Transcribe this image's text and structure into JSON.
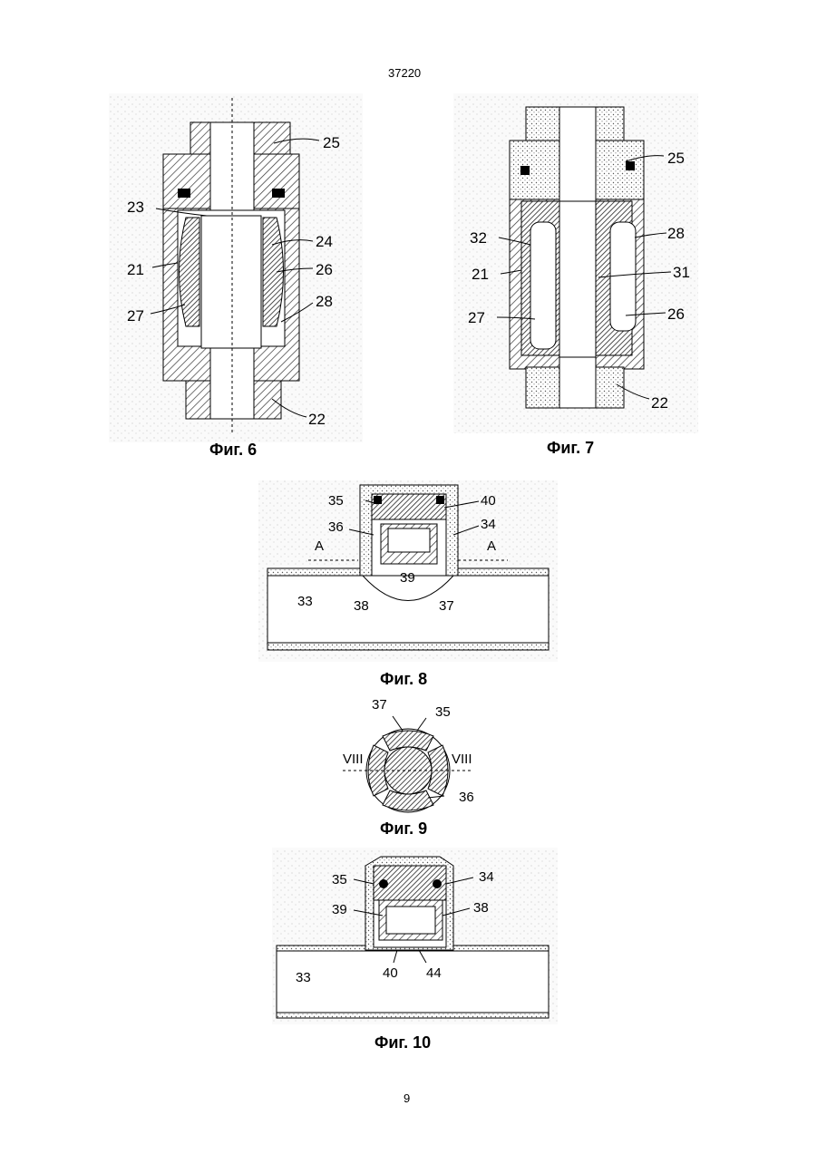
{
  "page": {
    "doc_number": "37220",
    "page_number": "9"
  },
  "figures": [
    {
      "id": "fig6",
      "caption": "Фиг. 6",
      "labels": [
        "25",
        "23",
        "24",
        "21",
        "26",
        "27",
        "28",
        "22"
      ]
    },
    {
      "id": "fig7",
      "caption": "Фиг. 7",
      "labels": [
        "25",
        "32",
        "28",
        "21",
        "31",
        "27",
        "26",
        "22"
      ]
    },
    {
      "id": "fig8",
      "caption": "Фиг. 8",
      "labels": [
        "35",
        "40",
        "36",
        "34",
        "A",
        "A",
        "39",
        "33",
        "38",
        "37"
      ]
    },
    {
      "id": "fig9",
      "caption": "Фиг. 9",
      "labels": [
        "37",
        "35",
        "VIII",
        "VIII",
        "36"
      ]
    },
    {
      "id": "fig10",
      "caption": "Фиг. 10",
      "labels": [
        "35",
        "34",
        "39",
        "38",
        "33",
        "40",
        "44"
      ]
    }
  ]
}
